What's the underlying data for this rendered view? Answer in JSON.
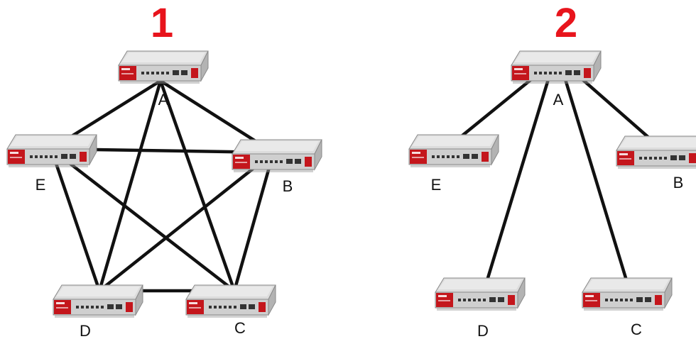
{
  "colors": {
    "title": "#e8141c",
    "link": "#111111",
    "device_top": "#dcdcdc",
    "device_front": "#c9c9c9",
    "device_red": "#c4161c"
  },
  "icons": {
    "device": "router-icon"
  },
  "panels": [
    {
      "title": "1",
      "topology": "full-mesh",
      "nodes": [
        {
          "id": "A",
          "label": "A"
        },
        {
          "id": "B",
          "label": "B"
        },
        {
          "id": "C",
          "label": "C"
        },
        {
          "id": "D",
          "label": "D"
        },
        {
          "id": "E",
          "label": "E"
        }
      ],
      "links": [
        [
          "A",
          "B"
        ],
        [
          "A",
          "C"
        ],
        [
          "A",
          "D"
        ],
        [
          "A",
          "E"
        ],
        [
          "B",
          "C"
        ],
        [
          "B",
          "D"
        ],
        [
          "B",
          "E"
        ],
        [
          "C",
          "D"
        ],
        [
          "C",
          "E"
        ],
        [
          "D",
          "E"
        ]
      ]
    },
    {
      "title": "2",
      "topology": "hub-and-spoke",
      "nodes": [
        {
          "id": "A",
          "label": "A"
        },
        {
          "id": "B",
          "label": "B"
        },
        {
          "id": "C",
          "label": "C"
        },
        {
          "id": "D",
          "label": "D"
        },
        {
          "id": "E",
          "label": "E"
        }
      ],
      "links": [
        [
          "A",
          "B"
        ],
        [
          "A",
          "C"
        ],
        [
          "A",
          "D"
        ],
        [
          "A",
          "E"
        ]
      ]
    }
  ]
}
